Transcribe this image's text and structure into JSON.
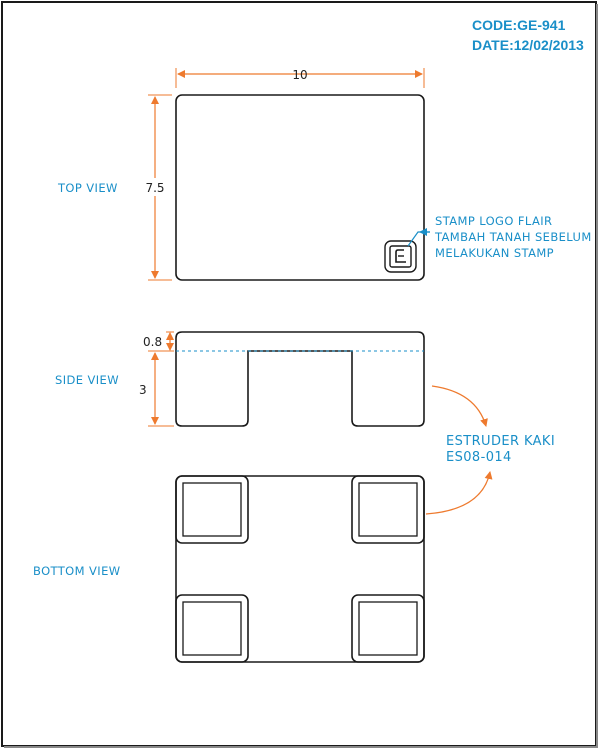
{
  "header": {
    "code": "CODE:GE-941",
    "date": "DATE:12/02/2013"
  },
  "views": {
    "top": "TOP VIEW",
    "side": "SIDE VIEW",
    "bottom": "BOTTOM VIEW"
  },
  "dimensions": {
    "top_width": "10",
    "top_height": "7.5",
    "side_top": "0.8",
    "side_leg": "3"
  },
  "notes": {
    "stamp_line1": "STAMP LOGO FLAIR",
    "stamp_line2": "TAMBAH TANAH SEBELUM",
    "stamp_line3": "MELAKUKAN STAMP",
    "extruder_line1": "ESTRUDER KAKI",
    "extruder_line2": "ES08-014"
  },
  "colors": {
    "label": "#1a8fc8",
    "dimension": "#ee7a2e",
    "outline": "#1a1a1a"
  }
}
